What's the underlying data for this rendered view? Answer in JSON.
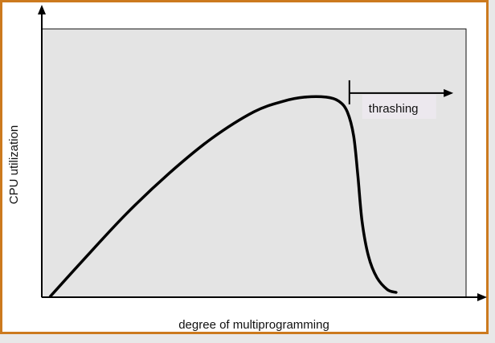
{
  "colors": {
    "frame_border": "#cc7a1e",
    "plot_background": "#e4e4e4",
    "curve": "#000000",
    "page_background": "#e8e8e8"
  },
  "chart_data": {
    "type": "line",
    "xlabel": "degree of multiprogramming",
    "ylabel": "CPU utilization",
    "xlim": [
      0,
      100
    ],
    "ylim": [
      0,
      100
    ],
    "grid": false,
    "series": [
      {
        "points": [
          [
            2,
            0
          ],
          [
            10,
            14
          ],
          [
            20,
            31
          ],
          [
            30,
            46
          ],
          [
            40,
            59
          ],
          [
            50,
            69
          ],
          [
            57,
            73
          ],
          [
            62,
            74.5
          ],
          [
            67,
            74.5
          ],
          [
            70,
            73
          ],
          [
            72,
            69
          ],
          [
            73.5,
            60
          ],
          [
            74.5,
            45
          ],
          [
            75.5,
            28
          ],
          [
            77,
            15
          ],
          [
            79,
            7
          ],
          [
            81.5,
            2.5
          ],
          [
            83.5,
            1.5
          ]
        ]
      }
    ],
    "annotations": [
      {
        "text": "thrashing",
        "x_start": 72.5,
        "x_end": 97,
        "y": 76
      }
    ]
  }
}
